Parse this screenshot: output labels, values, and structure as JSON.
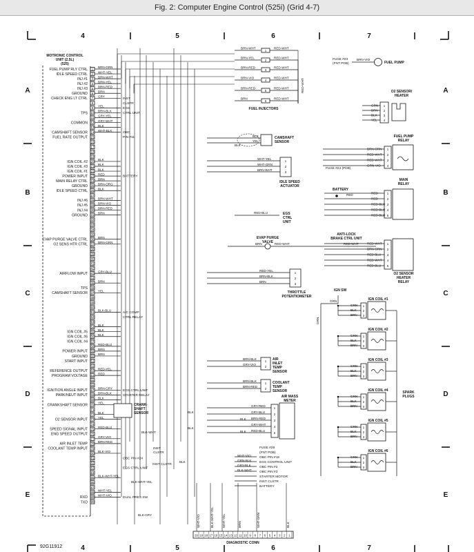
{
  "title": "Fig. 2: Computer Engine Control (525i) (Grid 4-7)",
  "figure_code": "92G11912",
  "grid_columns": [
    "4",
    "5",
    "6",
    "7"
  ],
  "grid_rows": [
    "A",
    "B",
    "C",
    "D",
    "E"
  ],
  "ecu_title": [
    "MOTRONIC CONTROL",
    "UNIT (2.5L)",
    "(525)"
  ],
  "ecu_pins": [
    {
      "label": "FUEL PUMP RLY CTRL",
      "num": "1"
    },
    {
      "label": "IDLE SPEED CTRL",
      "num": "2"
    },
    {
      "label": "INJ #1",
      "num": "3"
    },
    {
      "label": "INJ #2",
      "num": "4"
    },
    {
      "label": "INJ #3",
      "num": "5"
    },
    {
      "label": "GROUND",
      "num": "6"
    },
    {
      "label": "CHECK ENG LT CTRL",
      "num": "7"
    },
    {
      "label": "",
      "num": "8"
    },
    {
      "label": "",
      "num": "9"
    },
    {
      "label": "TPS",
      "num": "10"
    },
    {
      "label": "",
      "num": "11"
    },
    {
      "label": "COMMON",
      "num": "12"
    },
    {
      "label": "",
      "num": "13"
    },
    {
      "label": "CAMSHAFT SENSOR",
      "num": "14"
    },
    {
      "label": "FUEL RATE OUTPUT",
      "num": "15"
    },
    {
      "label": "",
      "num": "16"
    },
    {
      "label": "",
      "num": "17"
    },
    {
      "label": "",
      "num": "18"
    },
    {
      "label": "",
      "num": "19"
    },
    {
      "label": "IGN COIL #2",
      "num": "20"
    },
    {
      "label": "IGN COIL #3",
      "num": "21"
    },
    {
      "label": "IGN COIL #1",
      "num": "22"
    },
    {
      "label": "POWER INPUT",
      "num": "23"
    },
    {
      "label": "MAIN RELAY CTRL",
      "num": "24"
    },
    {
      "label": "GROUND",
      "num": "25"
    },
    {
      "label": "IDLE SPEED CTRL",
      "num": "26"
    },
    {
      "label": "",
      "num": "27"
    },
    {
      "label": "INJ #6",
      "num": "28"
    },
    {
      "label": "INJ #5",
      "num": "29"
    },
    {
      "label": "INJ #4",
      "num": "30"
    },
    {
      "label": "GROUND",
      "num": "31"
    },
    {
      "label": "",
      "num": "32"
    },
    {
      "label": "",
      "num": "33"
    },
    {
      "label": "",
      "num": "34"
    },
    {
      "label": "",
      "num": "35"
    },
    {
      "label": "EVAP PURGE VALVE CTRL",
      "num": "36"
    },
    {
      "label": "O2 SENS HTR CTRL",
      "num": "37"
    },
    {
      "label": "",
      "num": "38"
    },
    {
      "label": "",
      "num": "39"
    },
    {
      "label": "",
      "num": "40"
    },
    {
      "label": "",
      "num": "41"
    },
    {
      "label": "",
      "num": "42"
    },
    {
      "label": "AIRFLOW INPUT",
      "num": "43"
    },
    {
      "label": "",
      "num": "44"
    },
    {
      "label": "",
      "num": "45"
    },
    {
      "label": "TPS",
      "num": "46"
    },
    {
      "label": "CAMSHAFT SENSOR",
      "num": "47"
    },
    {
      "label": "",
      "num": "48"
    },
    {
      "label": "",
      "num": "49"
    },
    {
      "label": "",
      "num": "50"
    },
    {
      "label": "",
      "num": "51"
    },
    {
      "label": "",
      "num": "52"
    },
    {
      "label": "",
      "num": "53"
    },
    {
      "label": "",
      "num": "54"
    },
    {
      "label": "IGN COIL #5",
      "num": "55"
    },
    {
      "label": "IGN COIL #6",
      "num": "56"
    },
    {
      "label": "IGN COIL #4",
      "num": "57"
    },
    {
      "label": "",
      "num": "58"
    },
    {
      "label": "POWER INPUT",
      "num": "59"
    },
    {
      "label": "GROUND",
      "num": "60"
    },
    {
      "label": "START INPUT",
      "num": "61"
    },
    {
      "label": "",
      "num": "62"
    },
    {
      "label": "REFERENCE OUTPUT",
      "num": "63"
    },
    {
      "label": "PROGRAM VOLTAGE",
      "num": "64"
    },
    {
      "label": "",
      "num": "65"
    },
    {
      "label": "",
      "num": "66"
    },
    {
      "label": "IGNITION ANGLE INPUT",
      "num": "67"
    },
    {
      "label": "PARK/NEUT INPUT",
      "num": "68"
    },
    {
      "label": "",
      "num": "69"
    },
    {
      "label": "CRANKSHAFT SENSOR",
      "num": "70"
    },
    {
      "label": "",
      "num": "71"
    },
    {
      "label": "",
      "num": "72"
    },
    {
      "label": "O2 SENSOR INPUT",
      "num": "73"
    },
    {
      "label": "",
      "num": "74"
    },
    {
      "label": "SPEED SIGNAL INPUT",
      "num": "75"
    },
    {
      "label": "ENG SPEED OUTPUT",
      "num": "76"
    },
    {
      "label": "",
      "num": "77"
    },
    {
      "label": "AIR INLET TEMP",
      "num": "78"
    },
    {
      "label": "COOLANT TEMP INPUT",
      "num": "79"
    },
    {
      "label": "",
      "num": "80"
    },
    {
      "label": "",
      "num": "81"
    },
    {
      "label": "",
      "num": "82"
    },
    {
      "label": "",
      "num": "83"
    },
    {
      "label": "",
      "num": "84"
    },
    {
      "label": "",
      "num": "85"
    },
    {
      "label": "",
      "num": "86"
    },
    {
      "label": "",
      "num": "87"
    },
    {
      "label": "",
      "num": "88"
    },
    {
      "label": "RXD",
      "num": "89"
    },
    {
      "label": "TXD",
      "num": "90"
    }
  ],
  "wire_labels": [
    {
      "text": "BRN-GRN",
      "pin": 0
    },
    {
      "text": "WHT-YEL",
      "pin": 1
    },
    {
      "text": "BRN-WHT",
      "pin": 2
    },
    {
      "text": "BRN-YEL",
      "pin": 3
    },
    {
      "text": "BRN-RED",
      "pin": 4
    },
    {
      "text": "BRN",
      "pin": 5
    },
    {
      "text": "GRY",
      "pin": 6
    },
    {
      "text": "YEL",
      "pin": 8
    },
    {
      "text": "BRN-BLK",
      "pin": 9
    },
    {
      "text": "GRY-YEL",
      "pin": 10
    },
    {
      "text": "GRY-WHT",
      "pin": 11
    },
    {
      "text": "BLK",
      "pin": 12
    },
    {
      "text": "WHT-BLK",
      "pin": 13
    },
    {
      "text": "BLK",
      "pin": 19
    },
    {
      "text": "BLK",
      "pin": 20
    },
    {
      "text": "BLK",
      "pin": 21
    },
    {
      "text": "RED",
      "pin": 22
    },
    {
      "text": "BRN",
      "pin": 23
    },
    {
      "text": "BRN-ORG",
      "pin": 24
    },
    {
      "text": "BLK",
      "pin": 25
    },
    {
      "text": "BRN-WHT",
      "pin": 27
    },
    {
      "text": "BRN-VIO",
      "pin": 28
    },
    {
      "text": "BRN-RED",
      "pin": 29
    },
    {
      "text": "BRN",
      "pin": 30
    },
    {
      "text": "BRN",
      "pin": 35
    },
    {
      "text": "BRN-GRN",
      "pin": 36
    },
    {
      "text": "GRY-BLU",
      "pin": 42
    },
    {
      "text": "BRN",
      "pin": 44
    },
    {
      "text": "YEL",
      "pin": 46
    },
    {
      "text": "BLK-BLU",
      "pin": 50
    },
    {
      "text": "BLK",
      "pin": 53
    },
    {
      "text": "BLK",
      "pin": 54
    },
    {
      "text": "BLK",
      "pin": 55
    },
    {
      "text": "RED-BLU",
      "pin": 57
    },
    {
      "text": "BRN",
      "pin": 58
    },
    {
      "text": "BRN",
      "pin": 59
    },
    {
      "text": "RED-YEL",
      "pin": 62
    },
    {
      "text": "RED",
      "pin": 63
    },
    {
      "text": "BRN-GRY",
      "pin": 66
    },
    {
      "text": "BRN-BLK",
      "pin": 67
    },
    {
      "text": "BLK",
      "pin": 68
    },
    {
      "text": "YEL",
      "pin": 69
    },
    {
      "text": "BLK",
      "pin": 71
    },
    {
      "text": "YEL",
      "pin": 72
    },
    {
      "text": "RED-BLU",
      "pin": 74
    },
    {
      "text": "GRY-VIO",
      "pin": 76
    },
    {
      "text": "BRN-RED",
      "pin": 77
    },
    {
      "text": "BLK-VIO",
      "pin": 79
    },
    {
      "text": "BLK-WHT-YEL",
      "pin": 84
    },
    {
      "text": "WHT-YEL",
      "pin": 87
    },
    {
      "text": "WHT-VIO",
      "pin": 88
    }
  ],
  "ecu_side_labels": [
    {
      "text": "INST",
      "pin": 6
    },
    {
      "text": "CLSTR",
      "pin": 7
    },
    {
      "text": "EGS",
      "pin": 8
    },
    {
      "text": "CTRL UNIT",
      "pin": 9
    },
    {
      "text": "OBC",
      "pin": 13
    },
    {
      "text": "PIN #11",
      "pin": 14
    },
    {
      "text": "BATTERY",
      "pin": 22
    },
    {
      "text": "A/C COMP",
      "pin": 50
    },
    {
      "text": "CTRL RELAY",
      "pin": 51
    },
    {
      "text": "EGS CTRL UNIT",
      "pin": 66
    },
    {
      "text": "STARTER RELAY",
      "pin": 67
    },
    {
      "text": "OBC PIN #24",
      "pin": 80
    },
    {
      "text": "EGS CTRL UNIT",
      "pin": 82
    },
    {
      "text": "DUAL PRES SW",
      "pin": 88
    }
  ],
  "injectors": {
    "caption": "FUEL INJECTORS",
    "rows": [
      {
        "left": "BRN-WHT",
        "num": "1",
        "right": "RED-WHT"
      },
      {
        "left": "BRN-YEL",
        "num": "2",
        "right": "RED-WHT"
      },
      {
        "left": "BRN-RED",
        "num": "3",
        "right": "RED-WHT"
      },
      {
        "left": "BRN-VIO",
        "num": "4",
        "right": "RED-WHT"
      },
      {
        "left": "BRN-RED",
        "num": "5",
        "right": "RED-WHT"
      },
      {
        "left": "BRN",
        "num": "6",
        "right": "RED-WHT"
      }
    ]
  },
  "fuel_pump": {
    "fuse": "FUSE #23",
    "fuse_sub": "(FNT PDB)",
    "wire": "BRN-VIO",
    "label": "FUEL PUMP"
  },
  "o2_heater": {
    "label": "O2 SENSOR/",
    "label2": "HEATER",
    "wires": [
      "GRN",
      "BRN",
      "BLK",
      "YEL"
    ]
  },
  "fuel_pump_relay": {
    "label": "FUEL PUMP",
    "label2": "RELAY",
    "wires": [
      "BRN-GRN",
      "RED-WHT",
      "RED-WHT",
      "GRN-VIO"
    ],
    "fuse": "FUSE #23 (PDB)"
  },
  "main_relay": {
    "label": "MAIN",
    "label2": "RELAY",
    "wires": [
      "RED",
      "RED",
      "RED-BLU",
      "RED-BLU",
      "RED-BLU"
    ],
    "battery": "BATTERY",
    "battery_wire": "RED"
  },
  "camshaft": {
    "label": "CAMSHAFT",
    "label2": "SENSOR",
    "wires": [
      "BLK",
      "YEL"
    ],
    "extra": "BLK"
  },
  "idle_actuator": {
    "label": "IDLE SPEED",
    "label2": "ACTUATOR",
    "wires": [
      "WHT-YEL",
      "WHT-GRN",
      "BRN-WHT"
    ]
  },
  "egs_mid": {
    "wire": "RED-BLU",
    "label": "EGS",
    "label2": "CTRL",
    "label3": "UNIT"
  },
  "evap": {
    "label": "EVAP PURGE",
    "label2": "VALVE",
    "left": "BRN",
    "right": "RED-WHT"
  },
  "abs": {
    "label": "ANTI-LOCK",
    "label2": "BRAKE CTRL UNIT",
    "wire": "RED-WHT"
  },
  "o2_heater_relay": {
    "label": "O2 SENSOR",
    "label2": "HEATER",
    "label3": "RELAY",
    "wires": [
      "RED-WHT",
      "BRN-GRN",
      "RED-BLU",
      "RED-WHT",
      "RED-BLU"
    ]
  },
  "throttle": {
    "label": "THROTTLE",
    "label2": "POTENTIOMETER",
    "wires": [
      "RED-YEL",
      "BRN-BLK",
      "BRN"
    ]
  },
  "ign_sw": {
    "label": "IGN SW",
    "wire": "GRN",
    "vertical": "GRN"
  },
  "ign_coils": [
    {
      "label": "IGN COIL #1",
      "wires": [
        "GRN",
        "BLK",
        "BRN"
      ]
    },
    {
      "label": "IGN COIL #2",
      "wires": [
        "GRN",
        "BLK",
        "BRN"
      ]
    },
    {
      "label": "IGN COIL #3",
      "wires": [
        "GRN",
        "BLK",
        "BRN"
      ]
    },
    {
      "label": "IGN COIL #4",
      "wires": [
        "GRN",
        "BLK",
        "BRN"
      ]
    },
    {
      "label": "IGN COIL #5",
      "wires": [
        "GRN",
        "BLK",
        "BRN"
      ]
    },
    {
      "label": "IGN COIL #6",
      "wires": [
        "GRN",
        "BLK",
        "BRN"
      ]
    }
  ],
  "spark_plugs": "SPARK PLUGS",
  "air_inlet": {
    "label": "AIR",
    "label2": "INLET",
    "label3": "TEMP",
    "label4": "SENSOR",
    "wires": [
      "BRN-BLK",
      "GRY-VIO"
    ]
  },
  "coolant": {
    "label": "COOLANT",
    "label2": "TEMP",
    "label3": "SENSOR",
    "wires": [
      "BRN-BLK",
      "BRN-RED"
    ]
  },
  "air_mass": {
    "label": "AIR MASS",
    "label2": "METER",
    "wires": [
      "GRY-RED",
      "GRY-BLU",
      "BRN-RED",
      "GRY-WHT",
      "RED-BLU"
    ],
    "extra": [
      "BLK",
      "BLK"
    ]
  },
  "bottom_right": [
    {
      "text": "FUSE #29"
    },
    {
      "text": "(FNT PDB)"
    },
    {
      "text": "OBC PIN #16"
    },
    {
      "text": "EGS CONTROL UNIT"
    },
    {
      "text": "OBC PIN #2"
    },
    {
      "text": "OBC PIN #3"
    },
    {
      "text": "STARTER MOTOR"
    },
    {
      "text": "INST CLSTR"
    },
    {
      "text": "BATTERY"
    }
  ],
  "bottom_wires": [
    "WHT-VIO",
    "GRN-BLK",
    "GRY-BLK",
    "BLK-WHT"
  ],
  "bottom_left_labels": [
    "INST CLSTR",
    "BLK"
  ],
  "mid_labels": [
    {
      "text": "BLK"
    },
    {
      "text": "BLK"
    },
    {
      "text": "BLK-WHT"
    },
    {
      "text": "INST",
      "t2": "CLSTR"
    },
    {
      "text": "BLK-WHT-YEL"
    },
    {
      "text": "BLK-GRY"
    },
    {
      "text": "CRANK-",
      "t2": "SHAFT",
      "t3": "SENSOR"
    }
  ],
  "diag_conn": {
    "label": "DIAGNOSTIC CONN",
    "pins": [
      "20",
      "19",
      "18",
      "17",
      "16",
      "15",
      "14",
      "13",
      "12",
      "11",
      "10",
      "9",
      "8",
      "7",
      "6",
      "5",
      "4",
      "3",
      "2",
      "1"
    ]
  },
  "diag_wires": [
    "WHT-VIO",
    "BLK-WHT-YEL",
    "WHT-YEL",
    "BRN",
    "WHT-GRN",
    "BLK"
  ]
}
